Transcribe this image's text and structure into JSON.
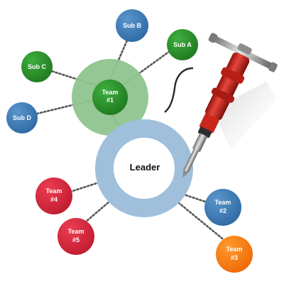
{
  "diagram": {
    "leader": {
      "label": "Leader"
    },
    "team1": {
      "line1": "Team",
      "line2": "#1"
    },
    "subs": {
      "a": "Sub A",
      "b": "Sub B",
      "c": "Sub C",
      "d": "Sub D"
    },
    "teams": {
      "t2": {
        "line1": "Team",
        "line2": "#2"
      },
      "t3": {
        "line1": "Team",
        "line2": "#3"
      },
      "t4": {
        "line1": "Team",
        "line2": "#4"
      },
      "t5": {
        "line1": "Team",
        "line2": "#5"
      }
    }
  },
  "colors": {
    "leader_ring": "#9fbfdb",
    "team1_halo": "#8fc48f",
    "green": "#2a8b2a",
    "blue": "#3f7bb5",
    "red": "#d62a3e",
    "orange": "#f77d12",
    "connector": "#555555",
    "jackhammer_red": "#c9261c"
  },
  "icons": {
    "illustration": "jackhammer-icon"
  }
}
